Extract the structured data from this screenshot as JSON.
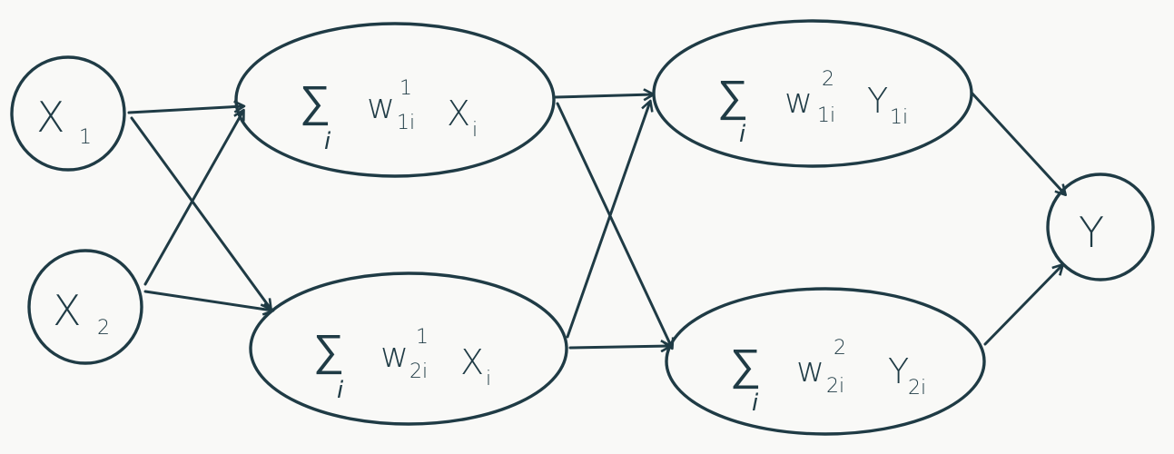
{
  "nodes": {
    "x1": {
      "var": "X",
      "sub": "1"
    },
    "x2": {
      "var": "X",
      "sub": "2"
    },
    "h1": {
      "sigma": "∑",
      "index": "i",
      "w": "w",
      "sup": "1",
      "wsub": "1i",
      "var": "X",
      "vsub": "i"
    },
    "h2": {
      "sigma": "∑",
      "index": "i",
      "w": "w",
      "sup": "1",
      "wsub": "2i",
      "var": "X",
      "vsub": "i"
    },
    "o1": {
      "sigma": "∑",
      "index": "i",
      "w": "w",
      "sup": "2",
      "wsub": "1i",
      "var": "Y",
      "vsub": "1i"
    },
    "o2": {
      "sigma": "∑",
      "index": "i",
      "w": "w",
      "sup": "2",
      "wsub": "2i",
      "var": "Y",
      "vsub": "2i"
    },
    "y": {
      "var": "Y"
    }
  },
  "edges": [
    [
      "x1",
      "h1"
    ],
    [
      "x1",
      "h2"
    ],
    [
      "x2",
      "h1"
    ],
    [
      "x2",
      "h2"
    ],
    [
      "h1",
      "o1"
    ],
    [
      "h1",
      "o2"
    ],
    [
      "h2",
      "o1"
    ],
    [
      "h2",
      "o2"
    ],
    [
      "o1",
      "y"
    ],
    [
      "o2",
      "y"
    ]
  ],
  "colors": {
    "ink": "#1f3b45",
    "background": "#f9f9f7"
  }
}
